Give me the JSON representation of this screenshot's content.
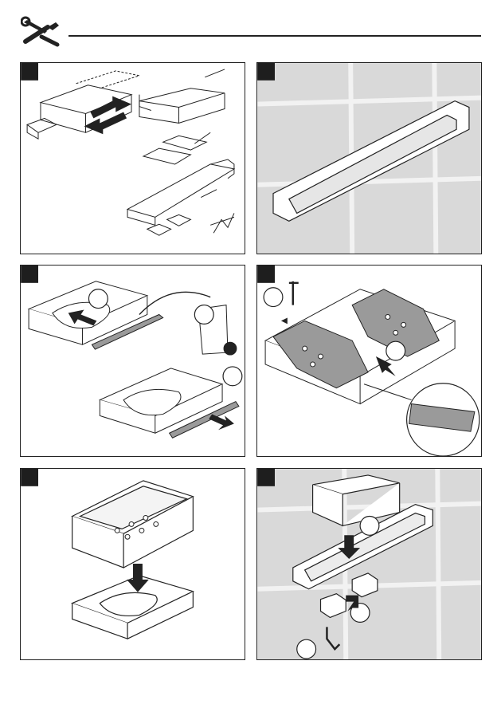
{
  "header": {
    "icon": "wrench-screwdriver-icon"
  },
  "panels": [
    {
      "id": 1,
      "content": "overview-of-parts"
    },
    {
      "id": 2,
      "content": "towel-bar-mounted-on-tile-wall"
    },
    {
      "id": 3,
      "content": "remove-and-attach-side-rail"
    },
    {
      "id": 4,
      "content": "screw-brackets-to-basket-bottom"
    },
    {
      "id": 5,
      "content": "insert-dish-into-basket"
    },
    {
      "id": 6,
      "content": "mount-basket-onto-bar"
    }
  ],
  "colors": {
    "line": "#222222",
    "tile": "#d9d9d9",
    "grout": "#f2f2f2",
    "badge": "#1e1e1e",
    "fill": "#ffffff",
    "part": "#9a9a9a"
  }
}
